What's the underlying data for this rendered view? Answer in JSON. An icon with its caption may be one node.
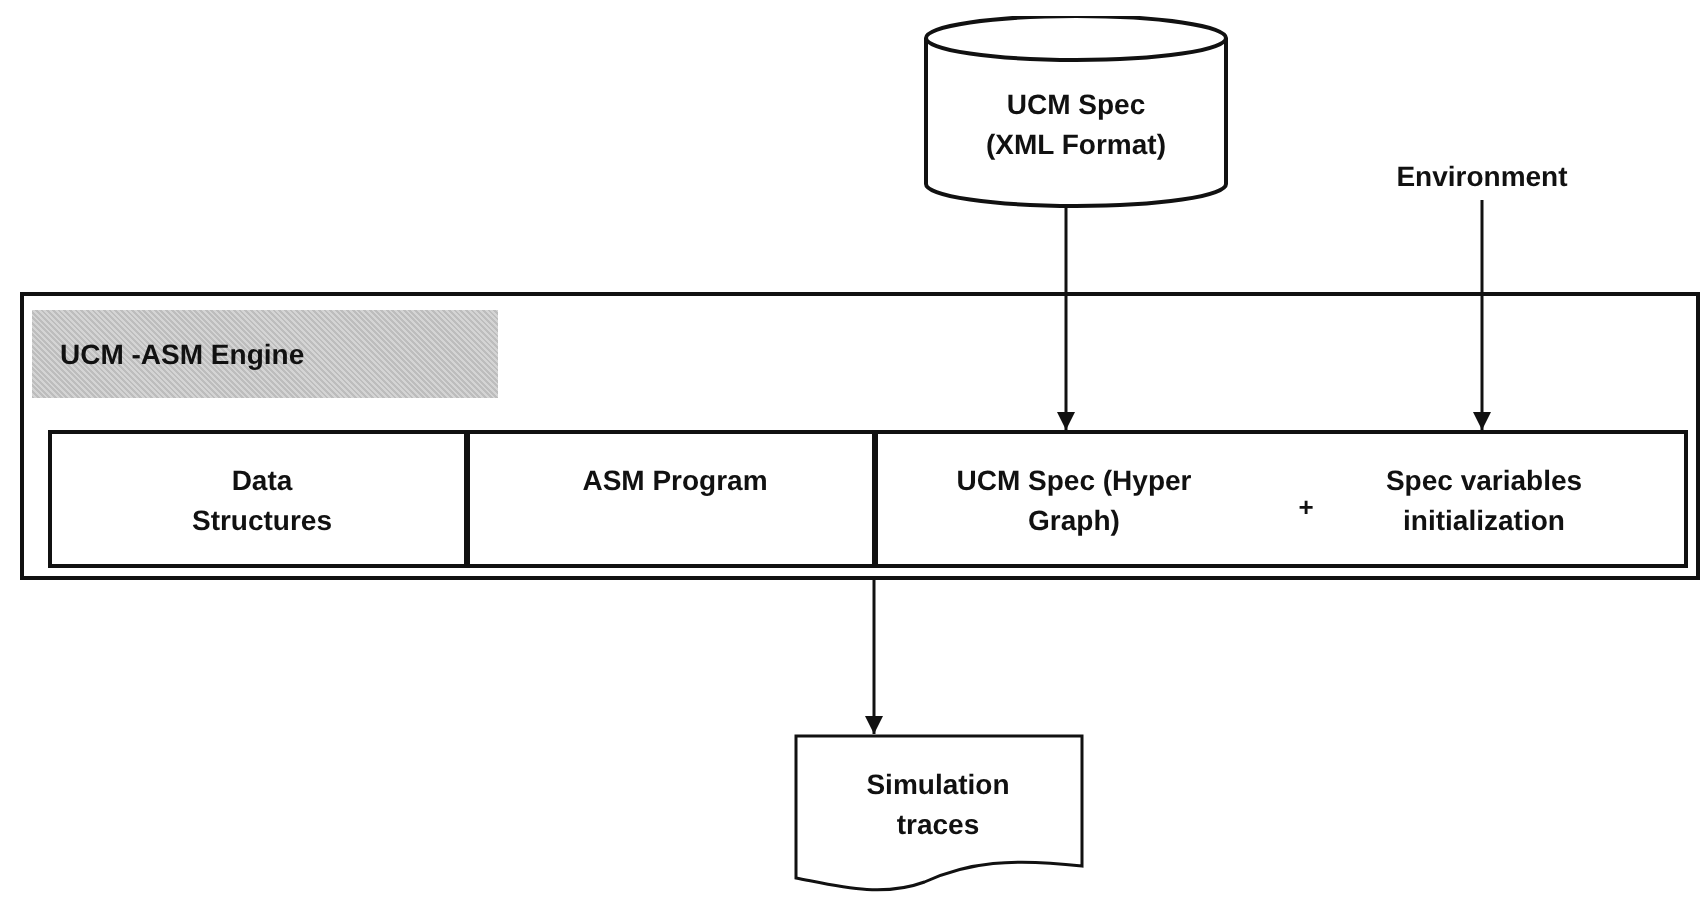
{
  "diagram": {
    "nodes": [
      {
        "text": [
          "UCM Spec (XML Format)"
        ]
      },
      {
        "text": [
          "Environment"
        ]
      },
      {
        "text": [
          "UCM -ASM Engine"
        ]
      },
      {
        "text": [
          "Data Structures"
        ],
        "in": 2
      },
      {
        "text": [
          "ASM Program"
        ],
        "in": 2
      },
      {
        "text": [
          "UCM Spec (Hyper Graph)",
          "+",
          "Spec variables initialization"
        ],
        "in": 2
      },
      {
        "text": [
          "Simulation traces"
        ]
      }
    ],
    "edges": [
      {
        "from": 0,
        "to": 5,
        "arrow": "to"
      },
      {
        "from": 1,
        "to": 5,
        "arrow": "to"
      },
      {
        "from": 2,
        "to": 6,
        "arrow": "to"
      }
    ]
  }
}
